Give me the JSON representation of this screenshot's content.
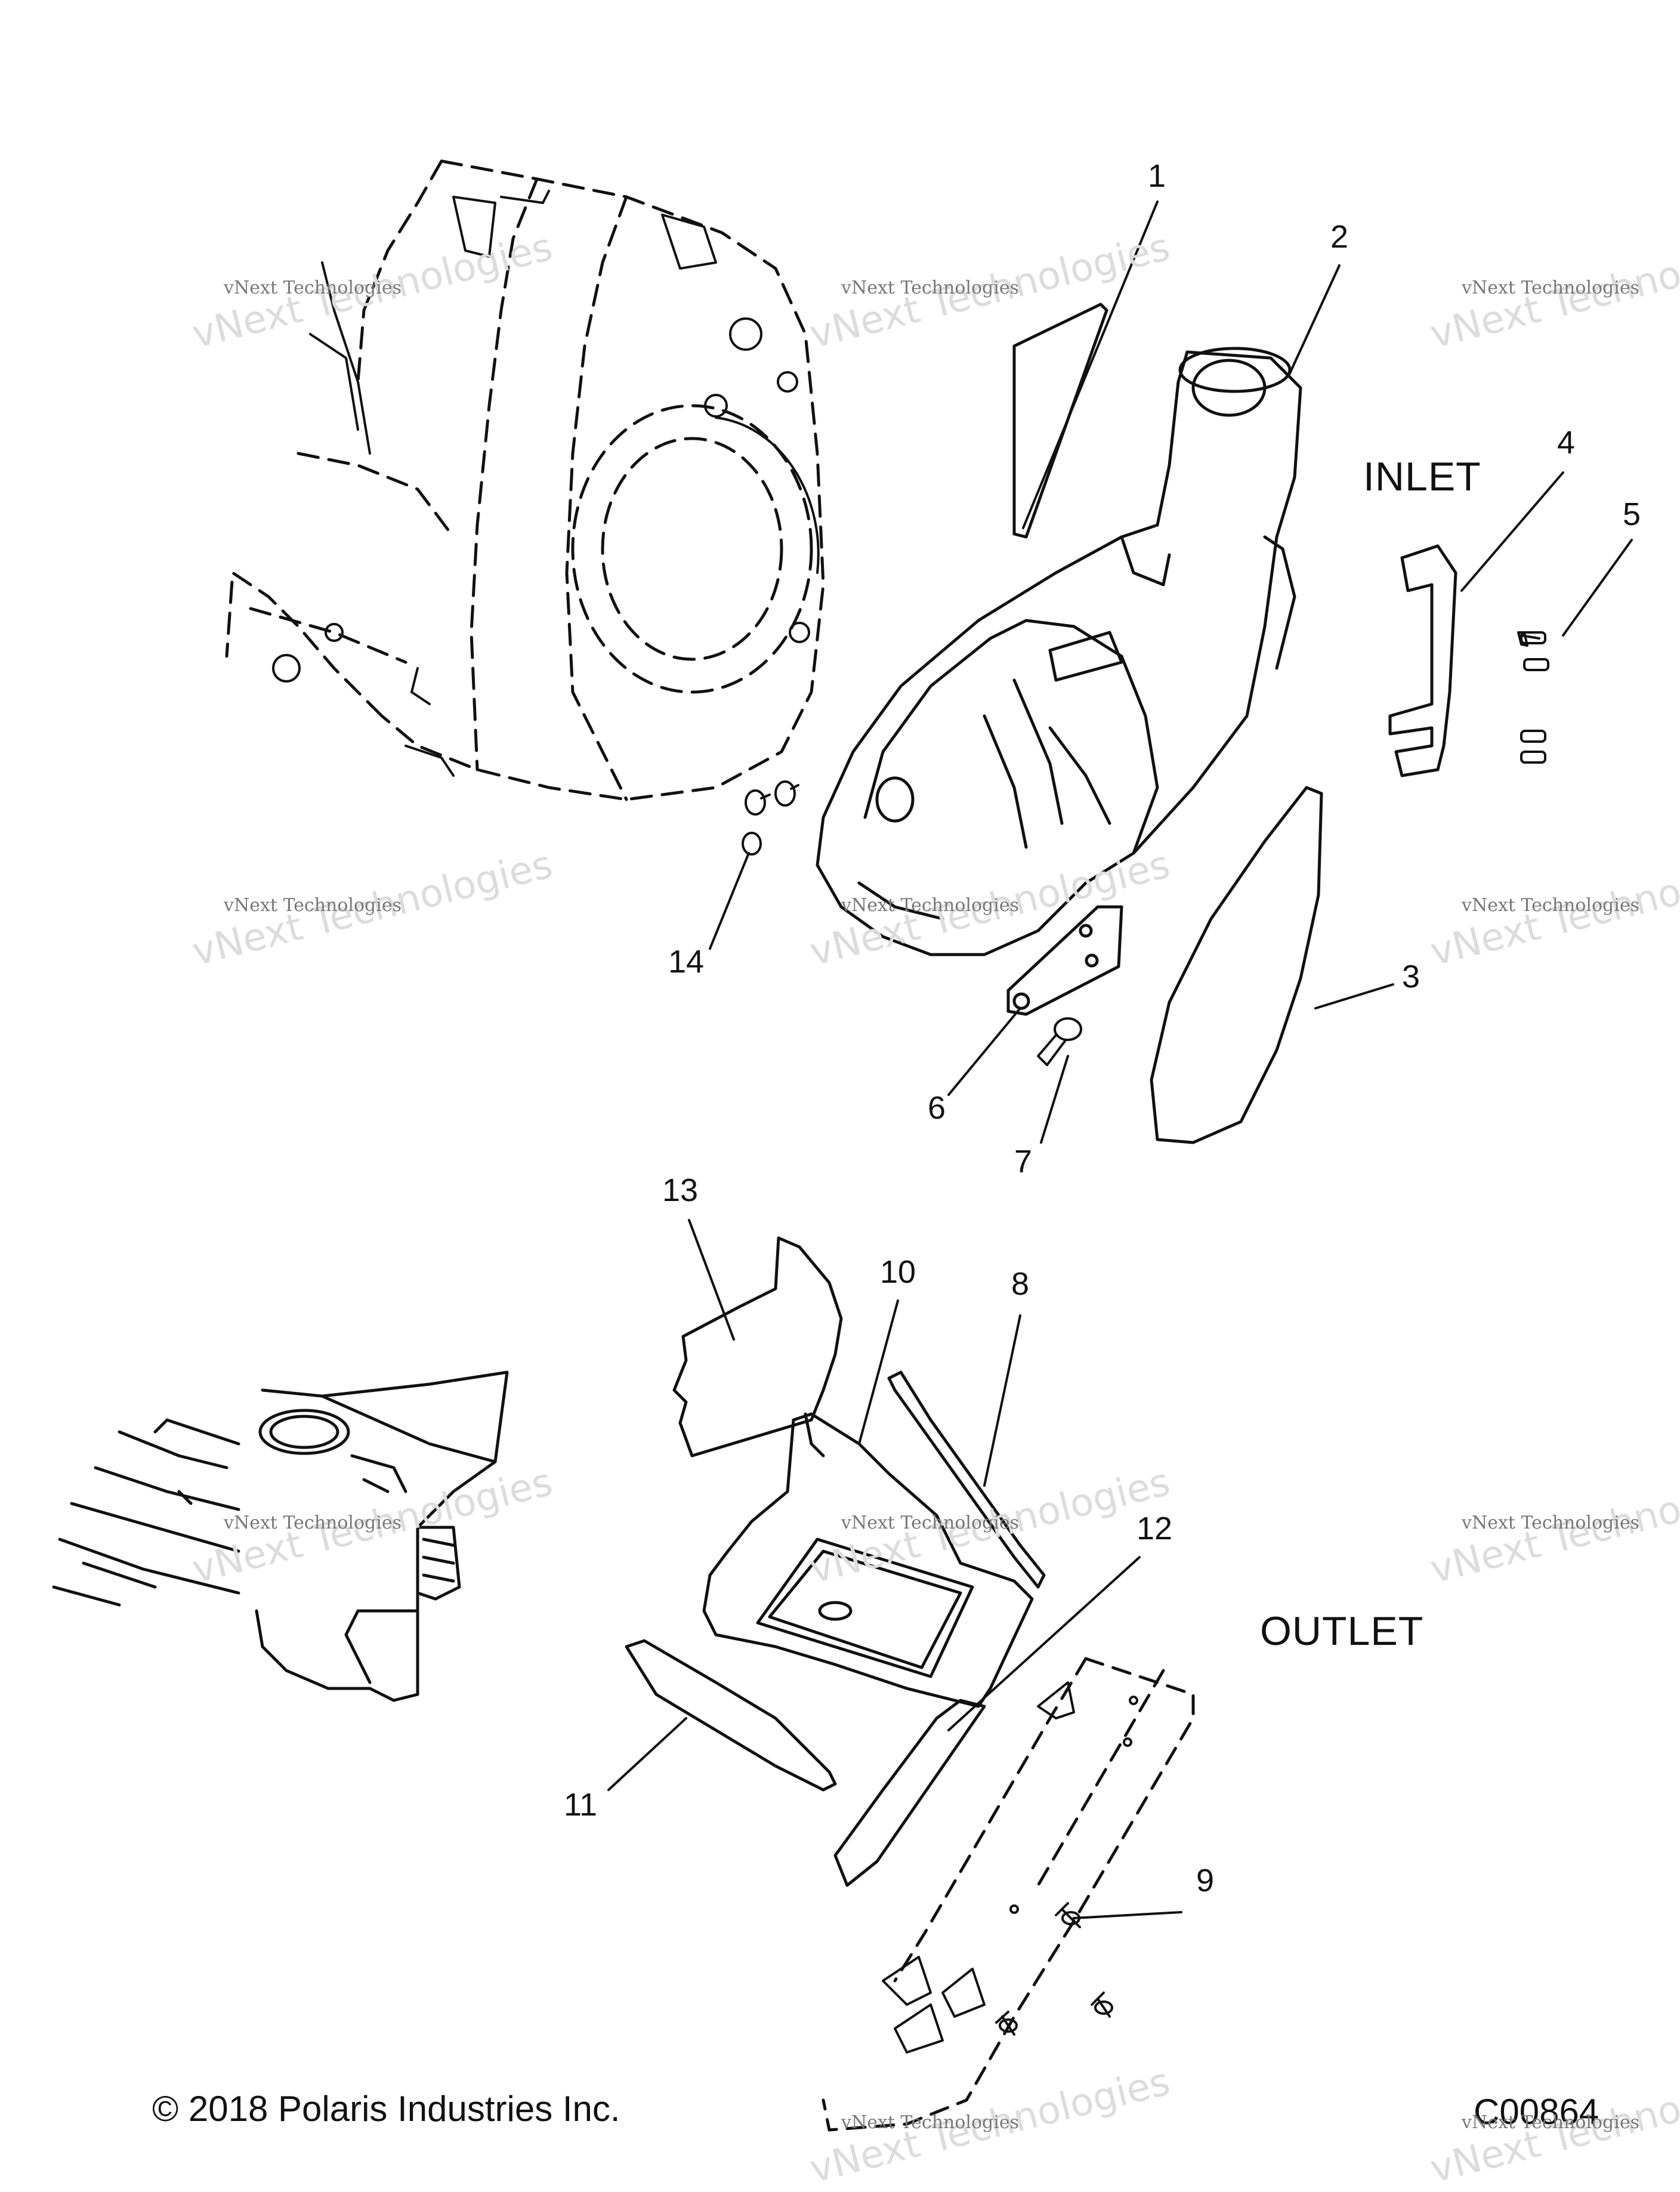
{
  "callouts": {
    "c1": "1",
    "c2": "2",
    "c3": "3",
    "c4": "4",
    "c5": "5",
    "c6": "6",
    "c7": "7",
    "c8": "8",
    "c9": "9",
    "c10": "10",
    "c11": "11",
    "c12": "12",
    "c13": "13",
    "c14": "14"
  },
  "zones": {
    "inlet": "INLET",
    "outlet": "OUTLET"
  },
  "footer": {
    "copyright": "© 2018 Polaris Industries Inc.",
    "figure_code": "C00864"
  },
  "watermark": {
    "line1": "vNext Technologies",
    "line2": "vNext Technologies"
  }
}
